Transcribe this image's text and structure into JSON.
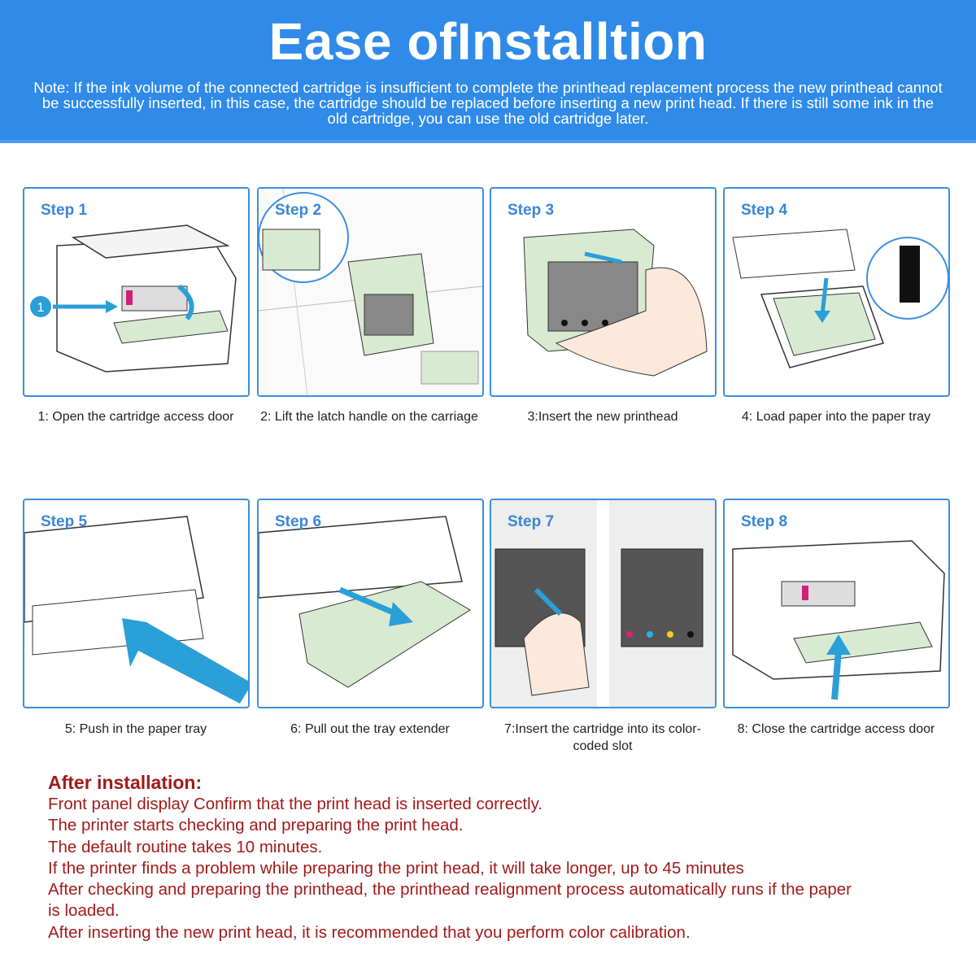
{
  "header": {
    "title": "Ease ofInstalltion",
    "note": "Note: If the ink volume of the connected cartridge is insufficient to complete the printhead replacement process the new printhead cannot be successfully inserted, in this case, the cartridge should be replaced before inserting a new print head. If there is still some ink in the old cartridge, you can use the old cartridge later.",
    "color": "#2f8ae8"
  },
  "steps": [
    {
      "label": "Step 1",
      "caption": "1: Open the cartridge access door",
      "marker": "1"
    },
    {
      "label": "Step 2",
      "caption": "2: Lift the latch handle on the carriage"
    },
    {
      "label": "Step 3",
      "caption": "3:Insert the new printhead"
    },
    {
      "label": "Step 4",
      "caption": "4: Load paper into the paper tray"
    },
    {
      "label": "Step 5",
      "caption": "5: Push in the paper tray"
    },
    {
      "label": "Step 6",
      "caption": "6: Pull out the tray extender"
    },
    {
      "label": "Step 7",
      "caption": "7:Insert the cartridge into its color-coded slot"
    },
    {
      "label": "Step 8",
      "caption": "8: Close the cartridge access door"
    }
  ],
  "after": {
    "heading": "After installation:",
    "lines": [
      "Front panel display Confirm that the print head is inserted correctly.",
      "The printer starts checking and preparing the print head.",
      "The default routine takes 10 minutes.",
      "If the printer finds a problem while preparing the print head, it will take longer, up to 45 minutes",
      "After checking and preparing the printhead, the printhead realignment process automatically runs if the paper is loaded.",
      "After inserting the new print head, it is recommended that you perform color calibration."
    ],
    "color": "#a31a1a"
  }
}
